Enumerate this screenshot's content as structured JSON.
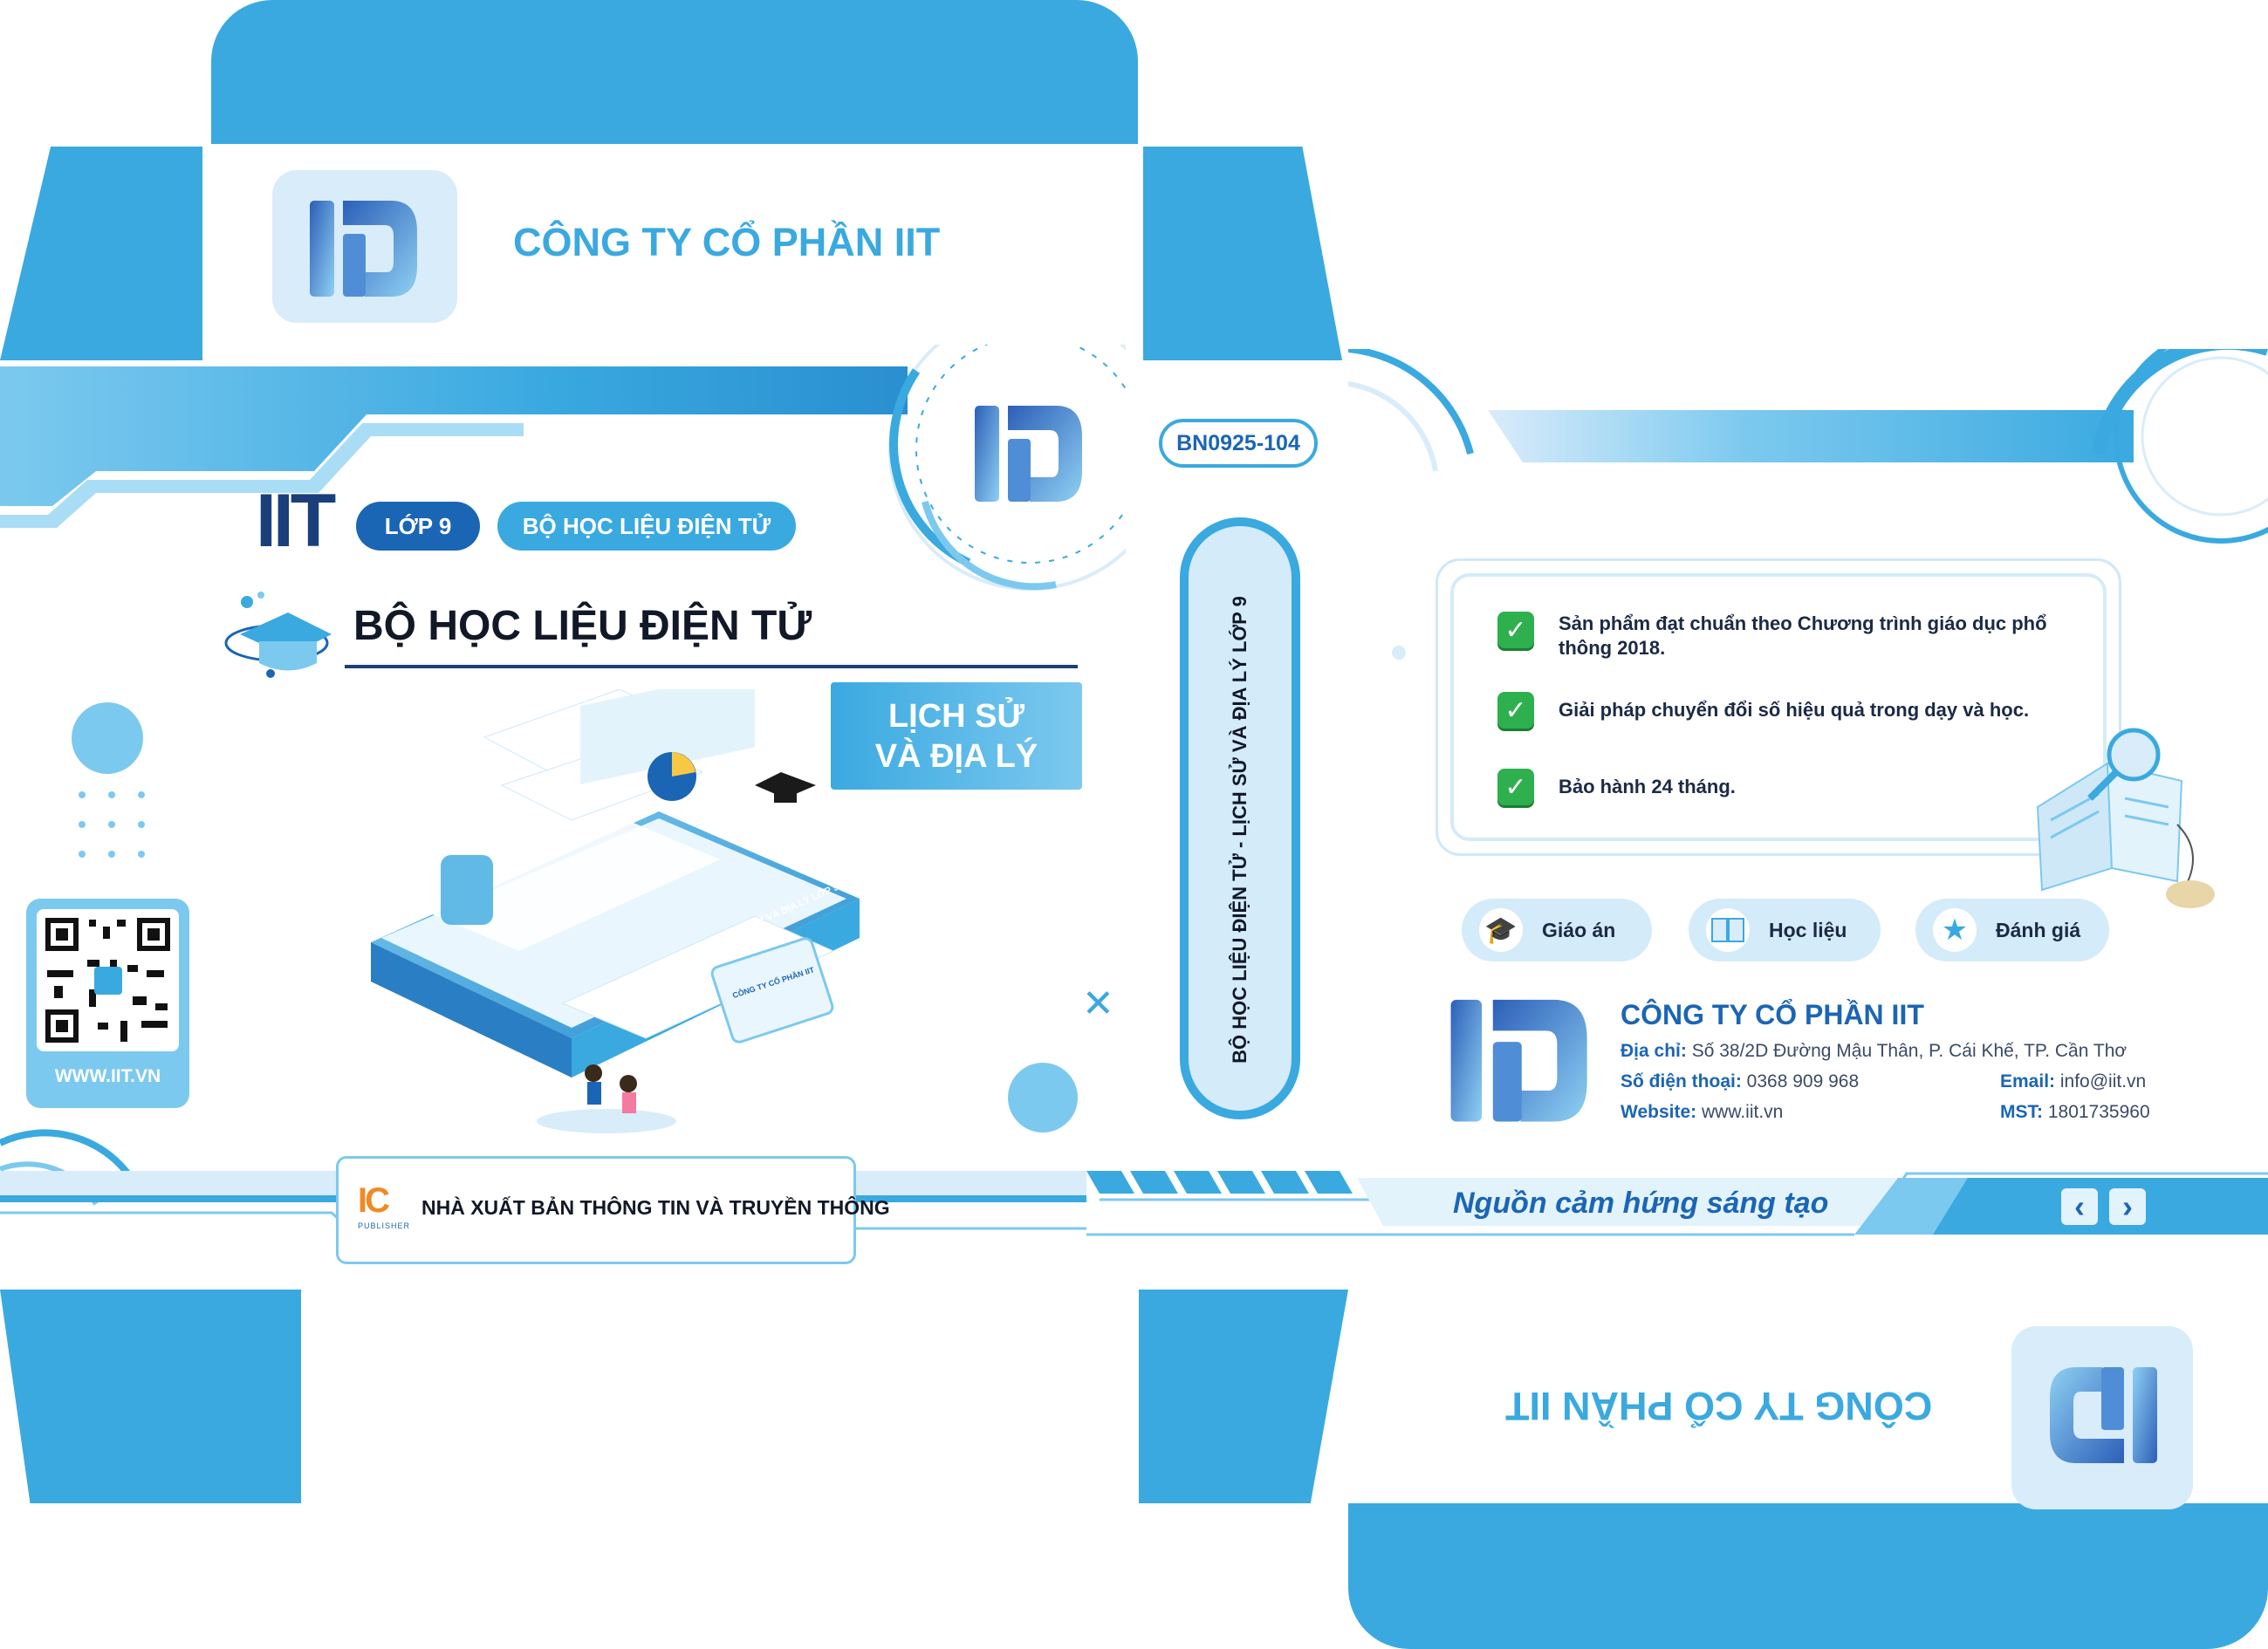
{
  "company_name": "CÔNG TY CỔ PHẦN IIT",
  "brand": "IIT",
  "grade_badge": "LỚP 9",
  "series_badge": "BỘ HỌC LIỆU ĐIỆN TỬ",
  "product_title": "BỘ HỌC LIỆU ĐIỆN TỬ",
  "subject_line1": "LỊCH SỬ",
  "subject_line2": "VÀ ĐỊA LÝ",
  "product_code": "BN0925-104",
  "spine_text": "BỘ HỌC LIỆU ĐIỆN TỬ - LỊCH SỬ VÀ ĐỊA LÝ LỚP 9",
  "website_label": "WWW.IIT.VN",
  "publisher": {
    "logo_text": "IC",
    "logo_sub": "PUBLISHER",
    "name": "NHÀ XUẤT BẢN THÔNG TIN VÀ TRUYỀN THÔNG"
  },
  "features": [
    {
      "text": "Sản phẩm đạt chuẩn theo Chương trình giáo dục phổ thông 2018."
    },
    {
      "text": "Giải pháp chuyển đổi số hiệu quả trong dạy và học."
    },
    {
      "text": "Bảo hành 24 tháng."
    }
  ],
  "categories": [
    {
      "label": "Giáo án",
      "icon": "graduation-cap-icon"
    },
    {
      "label": "Học liệu",
      "icon": "book-icon"
    },
    {
      "label": "Đánh giá",
      "icon": "star-icon"
    }
  ],
  "contact": {
    "address_label": "Địa chỉ:",
    "address_value": "Số 38/2D Đường Mậu Thân, P. Cái Khế, TP. Cần Thơ",
    "phone_label": "Số điện thoại:",
    "phone_value": "0368 909 968",
    "email_label": "Email:",
    "email_value": "info@iit.vn",
    "website_label": "Website:",
    "website_value": "www.iit.vn",
    "tax_label": "MST:",
    "tax_value": "1801735960"
  },
  "slogan": "Nguồn cảm hứng sáng tạo",
  "nav": {
    "prev": "‹",
    "next": "›"
  },
  "mockup": {
    "book_spine": "HỌC LIỆU ĐIỆN TỬ - LỊCH SỬ VÀ ĐỊA LÝ LỚP 9",
    "tablet_text": "CÔNG TY CỔ PHẦN IIT"
  },
  "colors": {
    "primary": "#3aa9e0",
    "dark": "#1b65b5",
    "navy": "#1a3f7a",
    "light": "#d9ecfa"
  }
}
